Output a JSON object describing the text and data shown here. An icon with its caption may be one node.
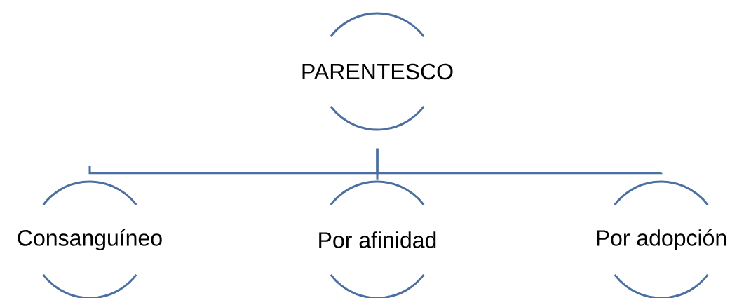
{
  "diagram": {
    "nodes": [
      {
        "text": [
          "PARENTESCO"
        ]
      },
      {
        "text": [
          "Consanguíneo"
        ]
      },
      {
        "text": [
          "Por afinidad"
        ]
      },
      {
        "text": [
          "Por adopción"
        ]
      }
    ],
    "edges": [
      {
        "from": 0,
        "to": 1,
        "arrow": "none"
      },
      {
        "from": 0,
        "to": 2,
        "arrow": "none"
      },
      {
        "from": 0,
        "to": 3,
        "arrow": "none"
      }
    ]
  }
}
